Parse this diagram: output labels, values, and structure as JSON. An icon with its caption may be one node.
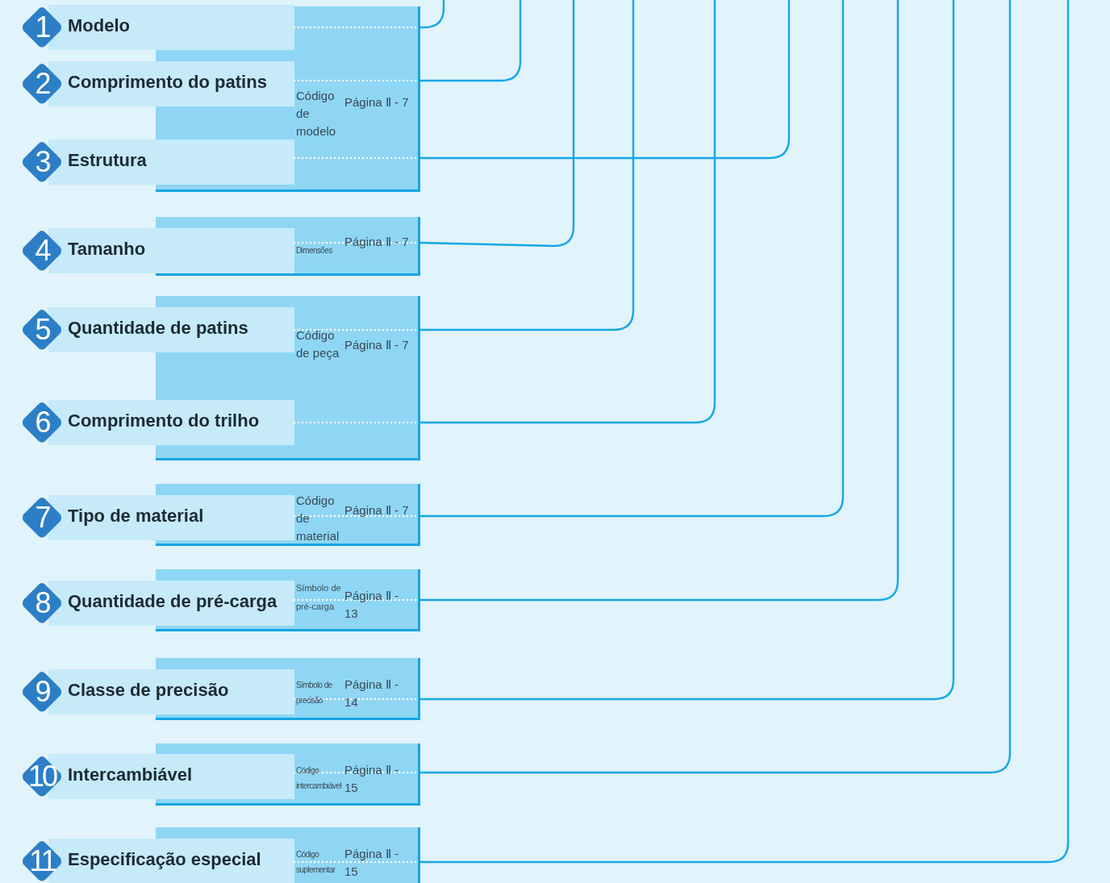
{
  "diagram": {
    "nodes": [
      {
        "text": [
          "1",
          "Modelo"
        ]
      },
      {
        "text": [
          "2",
          "Comprimento do patins"
        ]
      },
      {
        "text": [
          "Código de modelo",
          "Página Ⅱ - 7"
        ]
      },
      {
        "text": [
          "3",
          "Estrutura"
        ]
      },
      {
        "text": [
          "4",
          "Tamanho"
        ]
      },
      {
        "text": [
          "Dimensões",
          "Página Ⅱ - 7"
        ]
      },
      {
        "text": [
          "5",
          "Quantidade de patins"
        ]
      },
      {
        "text": [
          "Código de peça",
          "Página Ⅱ - 7"
        ]
      },
      {
        "text": [
          "6",
          "Comprimento do trilho"
        ]
      },
      {
        "text": [
          "7",
          "Tipo de material"
        ]
      },
      {
        "text": [
          "Código de material",
          "Página Ⅱ - 7"
        ]
      },
      {
        "text": [
          "8",
          "Quantidade de pré-carga"
        ]
      },
      {
        "text": [
          "Símbolo de pré-carga",
          "Página Ⅱ - 13"
        ]
      },
      {
        "text": [
          "9",
          "Classe de precisão"
        ]
      },
      {
        "text": [
          "Símbolo de precisão",
          "Página Ⅱ - 14"
        ]
      },
      {
        "text": [
          "10",
          "Intercambiável"
        ]
      },
      {
        "text": [
          "Código intercambiável",
          "Página Ⅱ - 15"
        ]
      },
      {
        "text": [
          "11",
          "Especificação especial"
        ]
      },
      {
        "text": [
          "Código suplementar",
          "Página Ⅱ - 15"
        ]
      }
    ],
    "edges": [
      {
        "from": 0,
        "to": null,
        "arrow": "none"
      },
      {
        "from": 1,
        "to": null,
        "arrow": "none"
      },
      {
        "from": 3,
        "to": null,
        "arrow": "none"
      },
      {
        "from": 4,
        "to": null,
        "arrow": "none"
      },
      {
        "from": 6,
        "to": null,
        "arrow": "none"
      },
      {
        "from": 8,
        "to": null,
        "arrow": "none"
      },
      {
        "from": 9,
        "to": null,
        "arrow": "none"
      },
      {
        "from": 11,
        "to": null,
        "arrow": "none"
      },
      {
        "from": 13,
        "to": null,
        "arrow": "none"
      },
      {
        "from": 15,
        "to": null,
        "arrow": "none"
      },
      {
        "from": 17,
        "to": null,
        "arrow": "none"
      }
    ]
  }
}
